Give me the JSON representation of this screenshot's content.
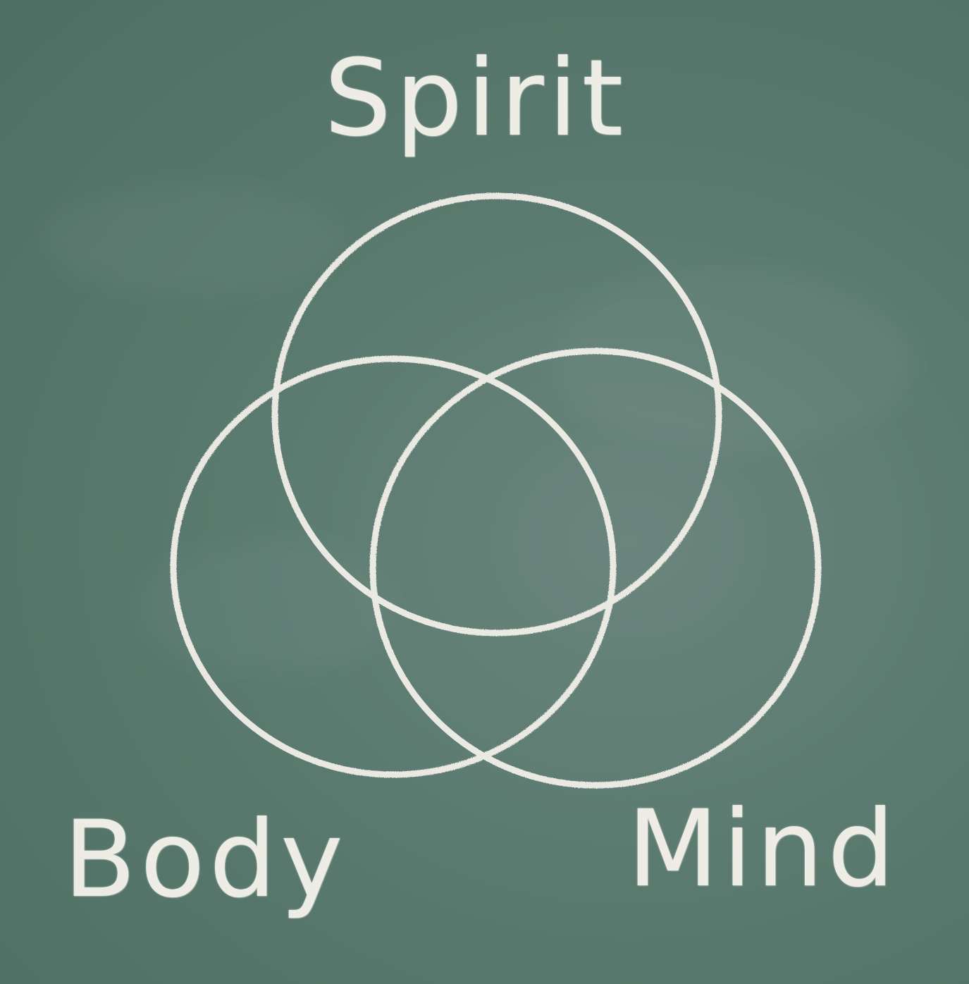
{
  "board": {
    "background_color": "#5a7a6f",
    "chalk_color": "#f4f1ea"
  },
  "labels": {
    "top": "Spirit",
    "bottom_left": "Body",
    "bottom_right": "Mind"
  }
}
